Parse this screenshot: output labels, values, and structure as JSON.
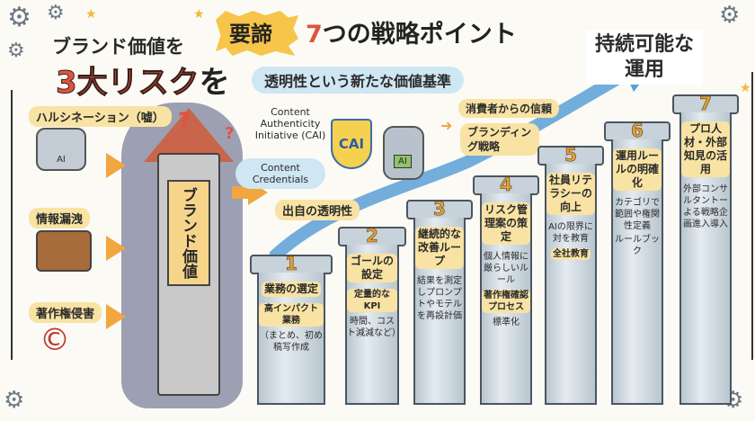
{
  "left": {
    "title_line1": "ブランド価値を",
    "title_line2_red": "3大リスク",
    "title_line2_suffix": "を",
    "risks": [
      "ハルシネーション（嘘）",
      "情報漏洩",
      "著作権侵害"
    ],
    "tower_label": "ブランド価値"
  },
  "header": {
    "badge": "要諦",
    "title_num": "7",
    "title_rest": "つの戦略ポイント",
    "subtitle": "透明性という新たな価値基準"
  },
  "cai": {
    "label": "Content Authenticity Initiative (CAI)",
    "shield_text": "CAI",
    "robot_chip": "AI",
    "credentials": "Content Credentials",
    "provenance": "出自の透明性",
    "trust": "消費者からの信頼",
    "branding": "ブランディング戦略"
  },
  "goal": "持続可能な運用",
  "pillars": [
    {
      "num": "1",
      "title": "業務の選定",
      "highlight": "高インパクト業務",
      "text": "（まとめ、初め稿写作成"
    },
    {
      "num": "2",
      "title": "ゴールの設定",
      "highlight": "定量的なKPI",
      "text": "時間、コスト減減など）"
    },
    {
      "num": "3",
      "title": "継続的な改善ループ",
      "highlight": "",
      "text": "結果を測定しプロンプトやモテルを再設計価"
    },
    {
      "num": "4",
      "title": "リスク管理案の策定",
      "text": "個人情報に厳らしいルール",
      "highlight": "著作権確認プロセス",
      "text2": "標準化"
    },
    {
      "num": "5",
      "title": "社員リテラシーの向上",
      "text": "AIの限界に対を教育",
      "highlight": "全社教育"
    },
    {
      "num": "6",
      "title": "運用ルールの明確化",
      "text": "カテゴリで範囲や権関性定義",
      "highlight": "",
      "book": "ルールブック"
    },
    {
      "num": "7",
      "title": "プロ人材・外部知見の活用",
      "text": "外部コンサルタントーよる戦略企画進入導入",
      "highlight": ""
    }
  ],
  "colors": {
    "accent_red": "#e0533f",
    "highlight_yellow": "#f8e3a4",
    "blue_pill": "#cfe6f3",
    "arrow_orange": "#f1a640"
  }
}
